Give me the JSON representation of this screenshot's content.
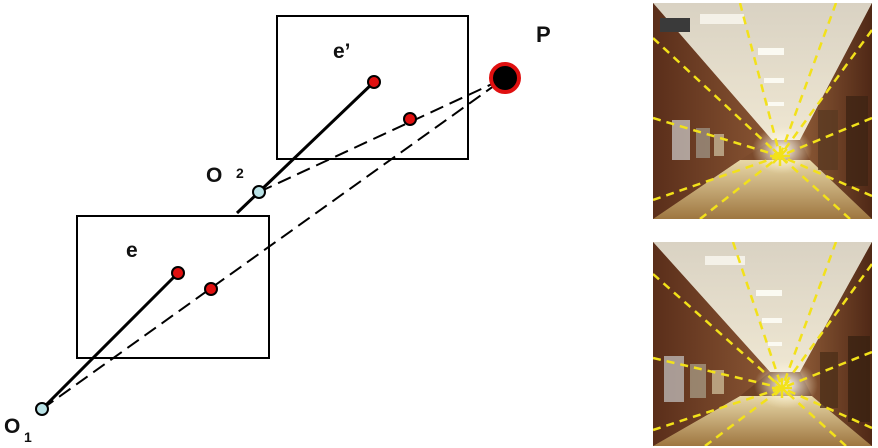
{
  "labels": {
    "epipole_right": "e’",
    "epipole_left": "e",
    "point": "P",
    "origin2": "O",
    "origin2_sub": "2",
    "origin1": "O",
    "origin1_sub": "1"
  },
  "colors": {
    "point_red": "#e01010",
    "camera_center": "#b9e2e6",
    "dashed_guide": "#f2e11a",
    "wall_brick": "#6b3a22",
    "floor": "#b58d55",
    "corridor_light": "#fff6d6"
  },
  "icons": {
    "vanishing_point_marker": "star-burst-icon"
  }
}
